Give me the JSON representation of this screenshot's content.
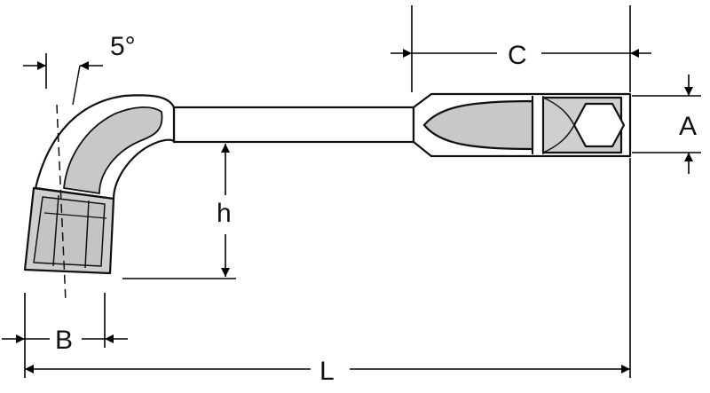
{
  "drawing": {
    "labels": {
      "angle": "5°",
      "C": "C",
      "A": "A",
      "h": "h",
      "B": "B",
      "L": "L"
    }
  }
}
